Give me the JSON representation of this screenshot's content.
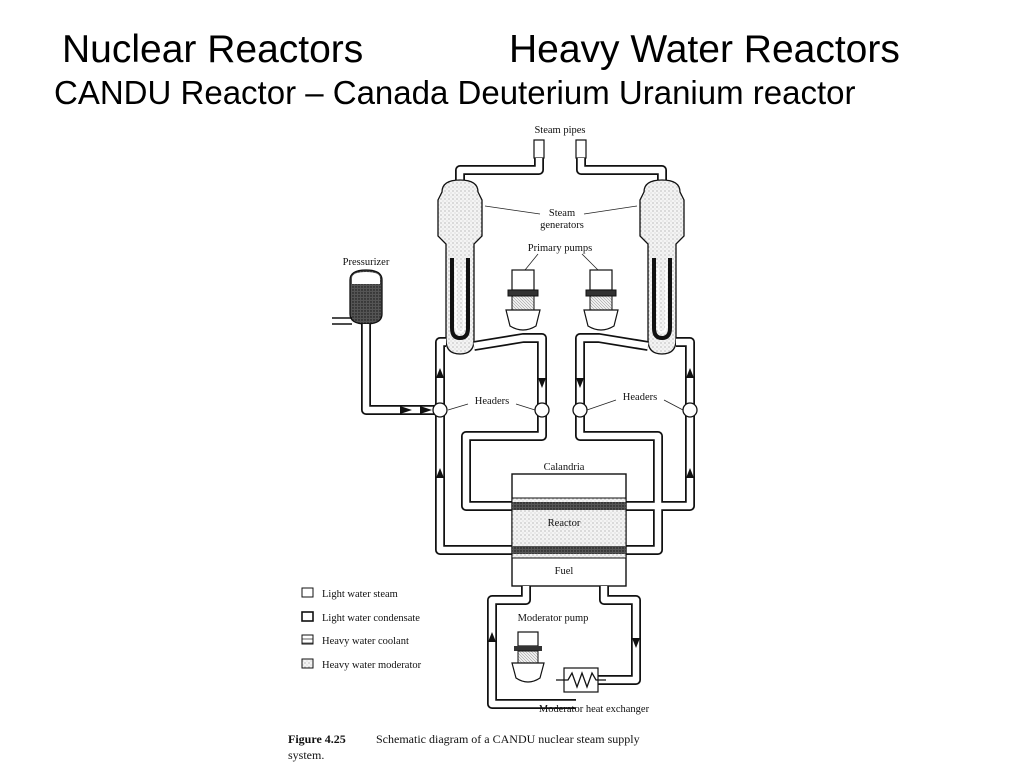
{
  "slide": {
    "title_left": "Nuclear Reactors",
    "title_right": "Heavy Water Reactors",
    "subtitle": "CANDU Reactor – Canada Deuterium Uranium reactor"
  },
  "diagram": {
    "labels": {
      "steam_pipes": "Steam pipes",
      "steam_generators_line1": "Steam",
      "steam_generators_line2": "generators",
      "primary_pumps": "Primary pumps",
      "pressurizer": "Pressurizer",
      "headers_left": "Headers",
      "headers_right": "Headers",
      "calandria": "Calandria",
      "reactor": "Reactor",
      "fuel": "Fuel",
      "moderator_pump": "Moderator pump",
      "moderator_heat_exchanger": "Moderator heat exchanger"
    },
    "legend": [
      {
        "label": "Light water steam"
      },
      {
        "label": "Light water condensate"
      },
      {
        "label": "Heavy water coolant"
      },
      {
        "label": "Heavy water moderator"
      }
    ],
    "caption": {
      "figure_number": "Figure 4.25",
      "line1": "Schematic diagram of a CANDU nuclear steam supply",
      "line2": "system."
    }
  }
}
